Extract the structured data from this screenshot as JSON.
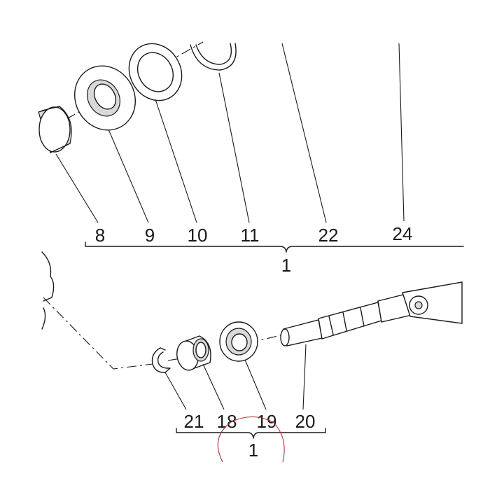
{
  "upper_group": {
    "callouts": [
      "8",
      "9",
      "10",
      "11",
      "22",
      "24"
    ],
    "group_label": "1"
  },
  "lower_group": {
    "callouts": [
      "21",
      "18",
      "19",
      "20"
    ],
    "group_label": "1"
  },
  "colors": {
    "line": "#1a1a1a",
    "annotation_circle": "#b0303a"
  }
}
